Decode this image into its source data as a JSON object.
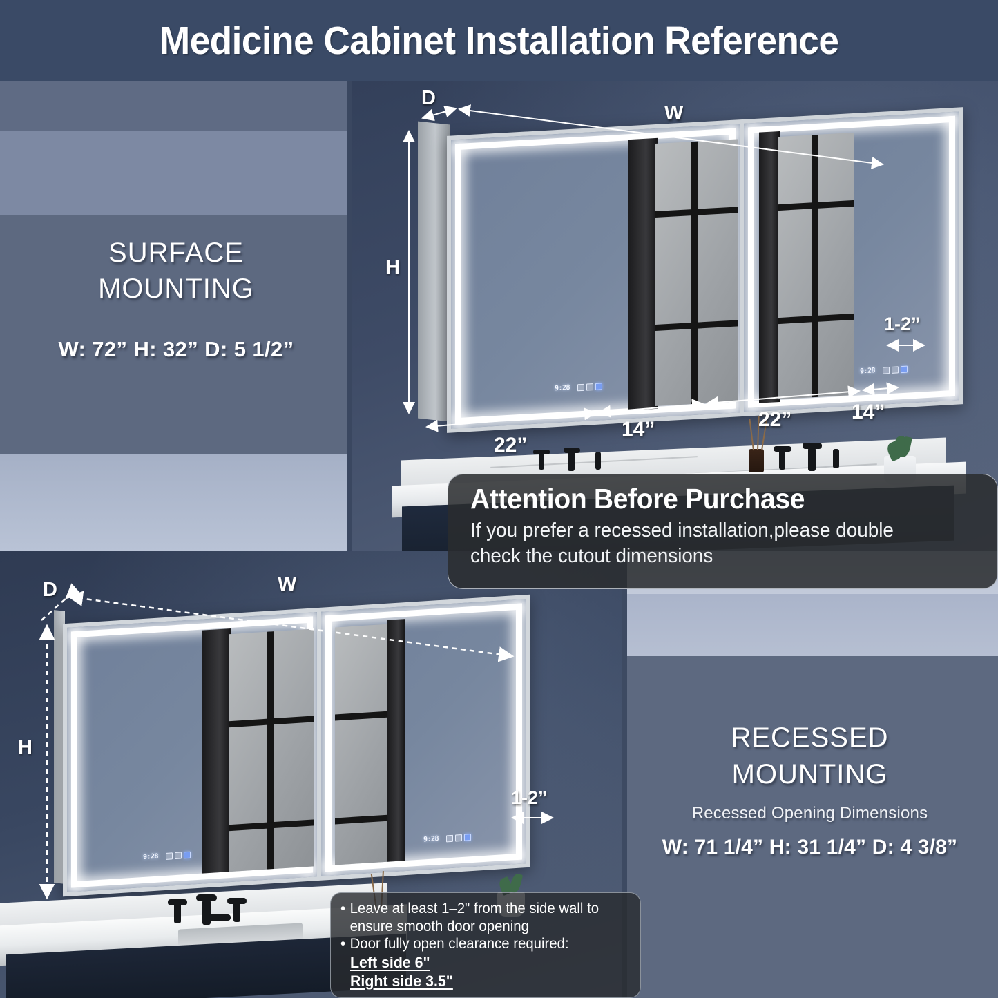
{
  "header": {
    "title": "Medicine Cabinet Installation Reference"
  },
  "surface": {
    "title_line1": "SURFACE",
    "title_line2": "MOUNTING",
    "dims": "W: 72”   H: 32”   D: 5 1/2”",
    "labels": {
      "depth": "D",
      "width": "W",
      "height": "H",
      "side_clearance": "1-2”"
    },
    "door_widths": [
      "22”",
      "14”",
      "22”",
      "14”"
    ],
    "touch_left": {
      "clock": "9:28"
    },
    "touch_right": {
      "clock": "9:28"
    }
  },
  "attention": {
    "title": "Attention Before Purchase",
    "body_line1": "If you prefer a recessed installation,please double",
    "body_line2": "check the cutout dimensions"
  },
  "recessed": {
    "title_line1": "RECESSED",
    "title_line2": "MOUNTING",
    "subtitle": "Recessed Opening Dimensions",
    "dims": "W: 71 1/4”   H: 31 1/4”   D: 4 3/8”",
    "labels": {
      "depth": "D",
      "width": "W",
      "height": "H",
      "side_clearance": "1-2”"
    },
    "touch_left": {
      "clock": "9:28"
    },
    "touch_right": {
      "clock": "9:28"
    }
  },
  "notes": {
    "bullet1": "Leave at least 1–2\" from the side wall to",
    "bullet1_cont": "ensure smooth door opening",
    "bullet2": "Door fully open clearance required:",
    "emphasis1": "Left side 6\"",
    "emphasis2": "Right side 3.5\"",
    "bullet_glyph": "•"
  },
  "colors": {
    "header_bg": "#3a4a66",
    "panel_bg": "#5d6980",
    "wall": "#3c4a63",
    "led_white": "#ffffff",
    "callout_bg": "#2a2c2e",
    "accent_touch": "#7ba0ff"
  }
}
